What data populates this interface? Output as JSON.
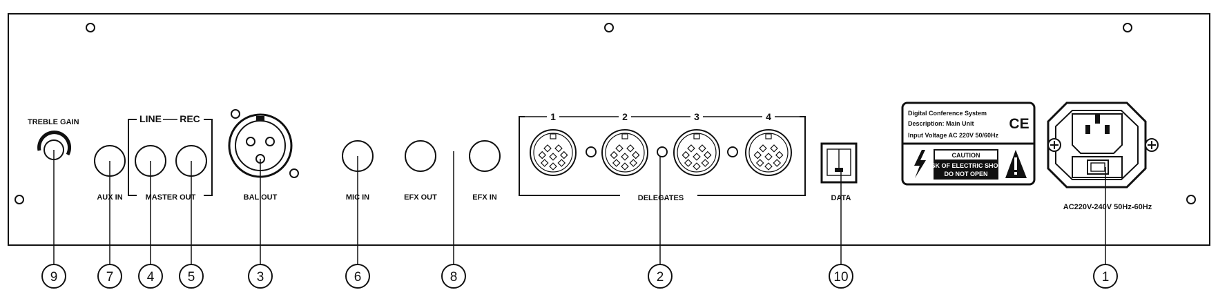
{
  "labels": {
    "treble_gain": "TREBLE GAIN",
    "aux_in": "AUX IN",
    "master_out": "MASTER OUT",
    "line": "LINE",
    "rec": "REC",
    "bal_out": "BAL OUT",
    "mic_in": "MIC IN",
    "efx_out": "EFX OUT",
    "efx_in": "EFX IN",
    "delegates": "DELEGATES",
    "data": "DATA",
    "power_spec": "AC220V-240V  50Hz-60Hz"
  },
  "delegate_ports": [
    "1",
    "2",
    "3",
    "4"
  ],
  "info_plate": {
    "line1": "Digital Conference System",
    "line2": "Description: Main Unit",
    "line3": "Input Voltage AC 220V 50/60Hz",
    "ce_mark": "CE",
    "caution_title": "CAUTION",
    "caution_line1": "RISK OF ELECTRIC SHOCK",
    "caution_line2": "DO NOT OPEN"
  },
  "callouts": {
    "treble_gain": "9",
    "aux_in": "7",
    "line_out": "4",
    "rec_out": "5",
    "bal_out": "3",
    "mic_in": "6",
    "efx": "8",
    "delegates": "2",
    "data": "10",
    "power": "1"
  },
  "icons": [
    "screw-hole-icon",
    "knob-icon",
    "jack-socket-icon",
    "xlr-connector-icon",
    "din-connector-icon",
    "rj-port-icon",
    "iec-power-inlet-icon",
    "lightning-icon",
    "exclamation-icon",
    "ce-mark-icon"
  ]
}
